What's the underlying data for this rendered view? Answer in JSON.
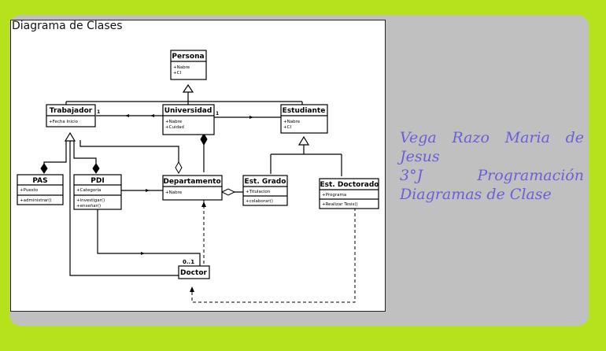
{
  "figure_title": "Diagrama de Clases",
  "caption": {
    "line1": "Vega Razo Maria de",
    "line2": "Jesus",
    "line3": "3°J   Programación",
    "line4": "Diagramas de Clase"
  },
  "classes": {
    "persona": {
      "name": "Persona",
      "attrs": [
        "+Nabre",
        "+CI"
      ]
    },
    "trabajador": {
      "name": "Trabajador",
      "attrs": [
        "+Fecha Inicio"
      ]
    },
    "universidad": {
      "name": "Universidad",
      "attrs": [
        "+Nabre",
        "+Cuidad"
      ]
    },
    "estudiante": {
      "name": "Estudiante",
      "attrs": [
        "+Nabre",
        "+CI"
      ]
    },
    "pas": {
      "name": "PAS",
      "attrs": [
        "+Puesto"
      ],
      "ops": [
        "+administrar()"
      ]
    },
    "pdi": {
      "name": "PDI",
      "attrs": [
        "+Categoria"
      ],
      "ops": [
        "+investigar()",
        "+enseñar()"
      ]
    },
    "departamento": {
      "name": "Departamento",
      "attrs": [
        "+Nabre"
      ]
    },
    "est_grado": {
      "name": "Est. Grado",
      "attrs": [
        "+Titulacion"
      ],
      "ops": [
        "+colaborar()"
      ]
    },
    "est_doctorado": {
      "name": "Est. Doctorado",
      "attrs": [
        "+Programa"
      ],
      "ops": [
        "+Realizar Tesis()"
      ]
    },
    "doctor": {
      "name": "Doctor"
    }
  },
  "multiplicity": {
    "uni_trab": "1",
    "uni_est": "1",
    "doctor": "0..1"
  }
}
